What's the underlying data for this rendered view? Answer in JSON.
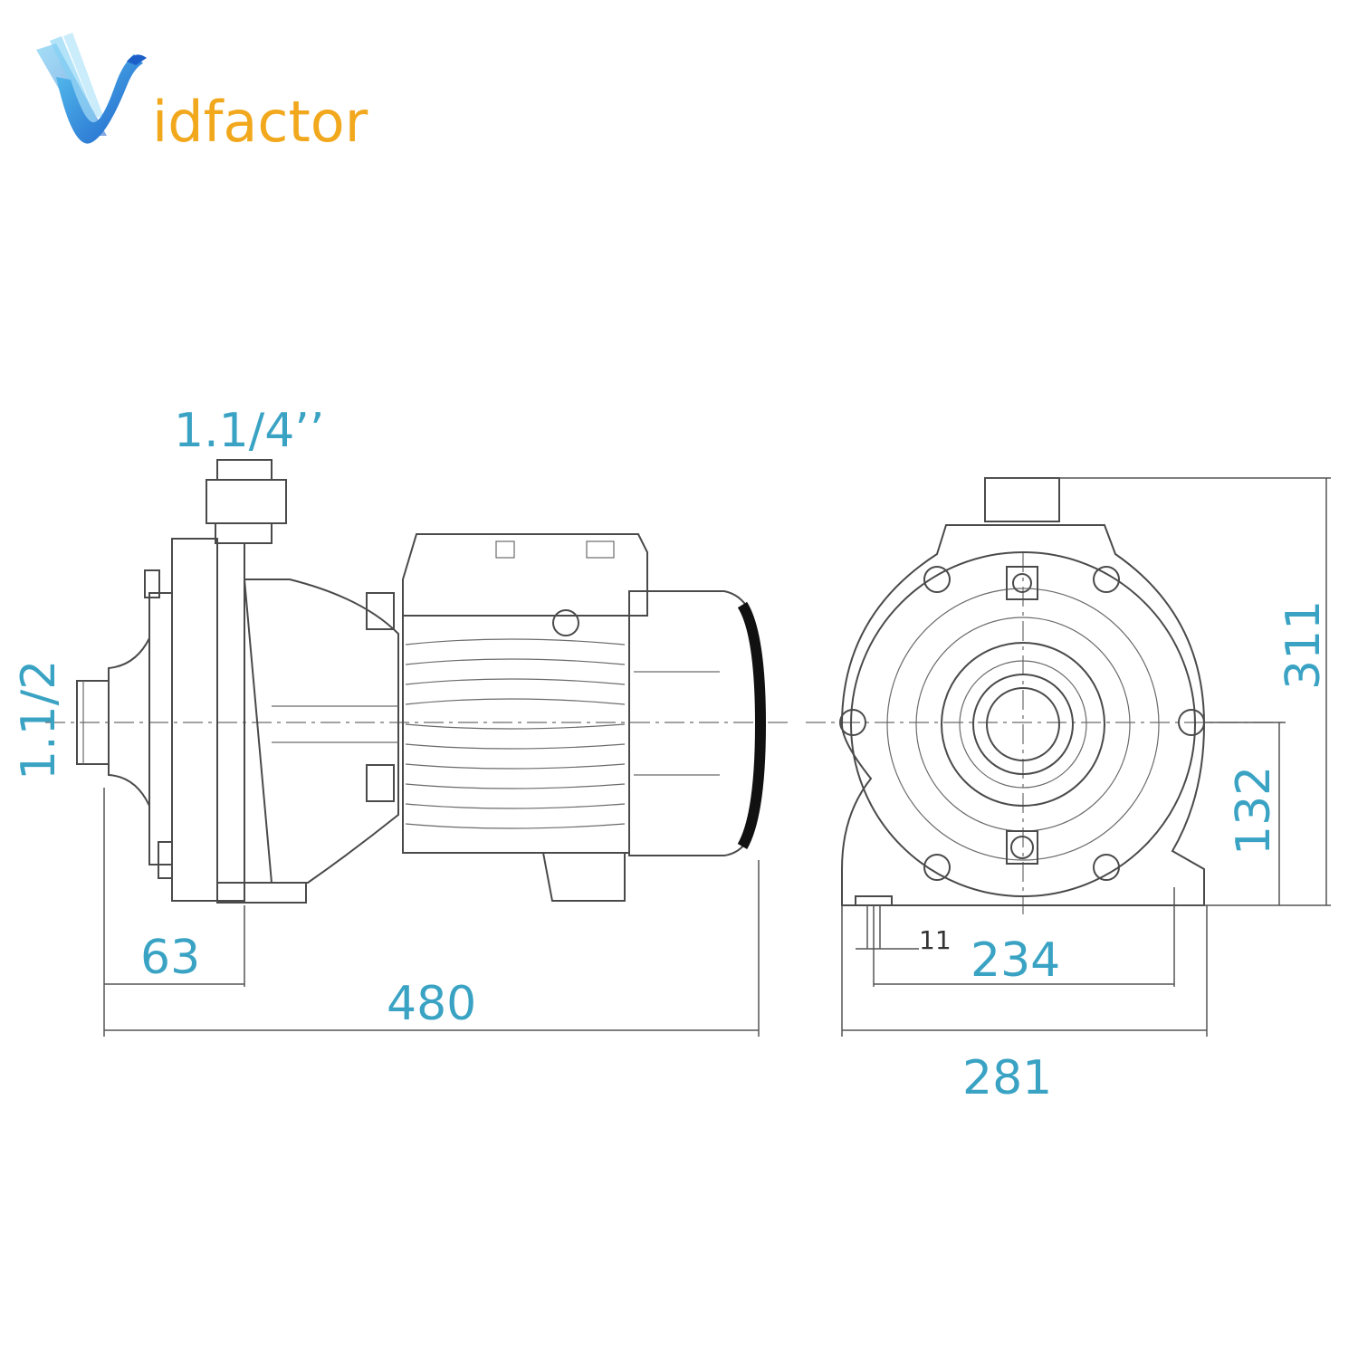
{
  "logo": {
    "text": "idfactor",
    "brand_colors": {
      "v_mark": "#1f7fd6",
      "wordmark": "#f2a81d"
    }
  },
  "dimensions": {
    "discharge": "1.1/4’’",
    "suction": "1.1/2",
    "side_offset": "63",
    "total_length": "480",
    "height": "311",
    "axis_height": "132",
    "foot_hole": "11",
    "foot_spacing": "234",
    "total_width": "281"
  },
  "colors": {
    "dimension_text": "#3aa3c4",
    "drawing_lines": "#4a4a4a"
  }
}
